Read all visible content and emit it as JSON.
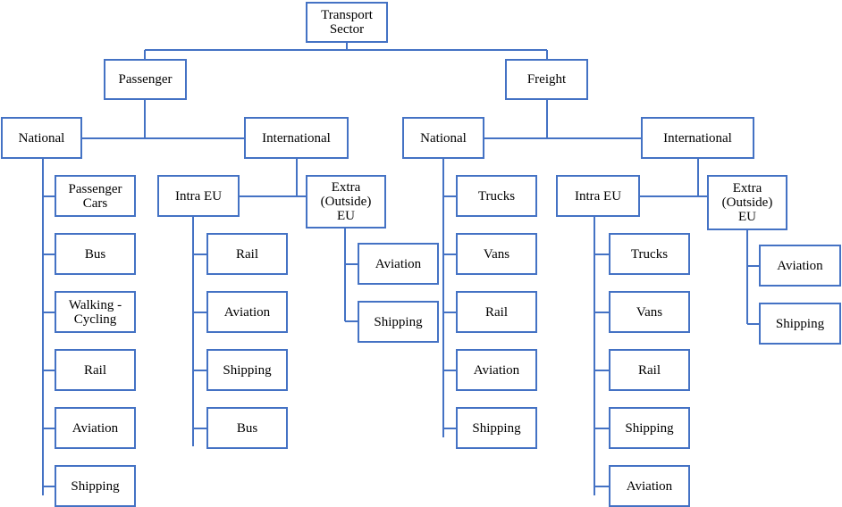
{
  "root": {
    "label": "Transport\nSector"
  },
  "passenger": {
    "label": "Passenger",
    "national": {
      "label": "National",
      "modes": [
        "Passenger\nCars",
        "Bus",
        "Walking -\nCycling",
        "Rail",
        "Aviation",
        "Shipping"
      ]
    },
    "international": {
      "label": "International",
      "intra_eu": {
        "label": "Intra EU",
        "modes": [
          "Rail",
          "Aviation",
          "Shipping",
          "Bus"
        ]
      },
      "extra_eu": {
        "label": "Extra\n(Outside)\nEU",
        "modes": [
          "Aviation",
          "Shipping"
        ]
      }
    }
  },
  "freight": {
    "label": "Freight",
    "national": {
      "label": "National",
      "modes": [
        "Trucks",
        "Vans",
        "Rail",
        "Aviation",
        "Shipping"
      ]
    },
    "international": {
      "label": "International",
      "intra_eu": {
        "label": "Intra EU",
        "modes": [
          "Trucks",
          "Vans",
          "Rail",
          "Shipping",
          "Aviation"
        ]
      },
      "extra_eu": {
        "label": "Extra\n(Outside)\nEU",
        "modes": [
          "Aviation",
          "Shipping"
        ]
      }
    }
  },
  "colors": {
    "border": "#4472c4",
    "connector": "#4472c4",
    "text": "#000000"
  }
}
